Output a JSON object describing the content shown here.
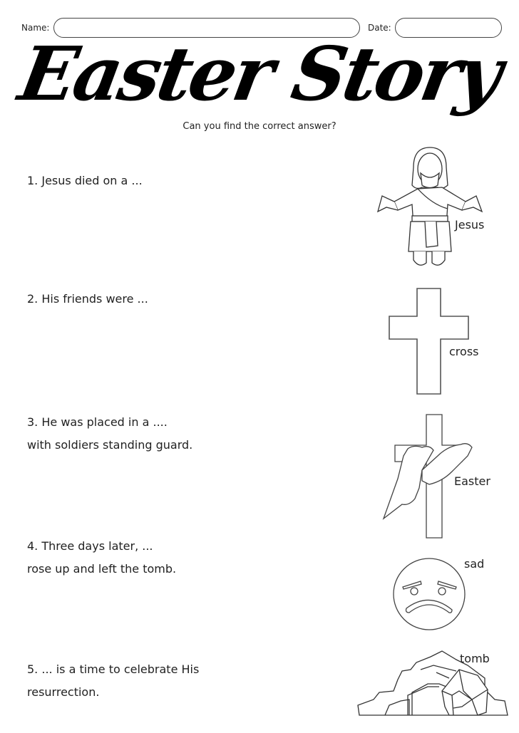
{
  "header": {
    "name_label": "Name:",
    "name_value": "",
    "date_label": "Date:",
    "date_value": ""
  },
  "title": "Easter Story",
  "subtitle": "Can you find the correct answer?",
  "questions": [
    {
      "line1": "1. Jesus died on a ...",
      "line2": ""
    },
    {
      "line1": "2. His friends were ...",
      "line2": ""
    },
    {
      "line1": "3. He was placed in a ....",
      "line2": "with soldiers standing guard."
    },
    {
      "line1": "4. Three days later, ...",
      "line2": "rose up and left the tomb."
    },
    {
      "line1": "5. ... is a time to celebrate His",
      "line2": "resurrection."
    }
  ],
  "answers": [
    {
      "word": "Jesus",
      "icon": "jesus-illustration"
    },
    {
      "word": "cross",
      "icon": "cross-icon"
    },
    {
      "word": "Easter",
      "icon": "cross-with-cloth-icon"
    },
    {
      "word": "sad",
      "icon": "sad-face-icon"
    },
    {
      "word": "tomb",
      "icon": "tomb-icon"
    }
  ]
}
